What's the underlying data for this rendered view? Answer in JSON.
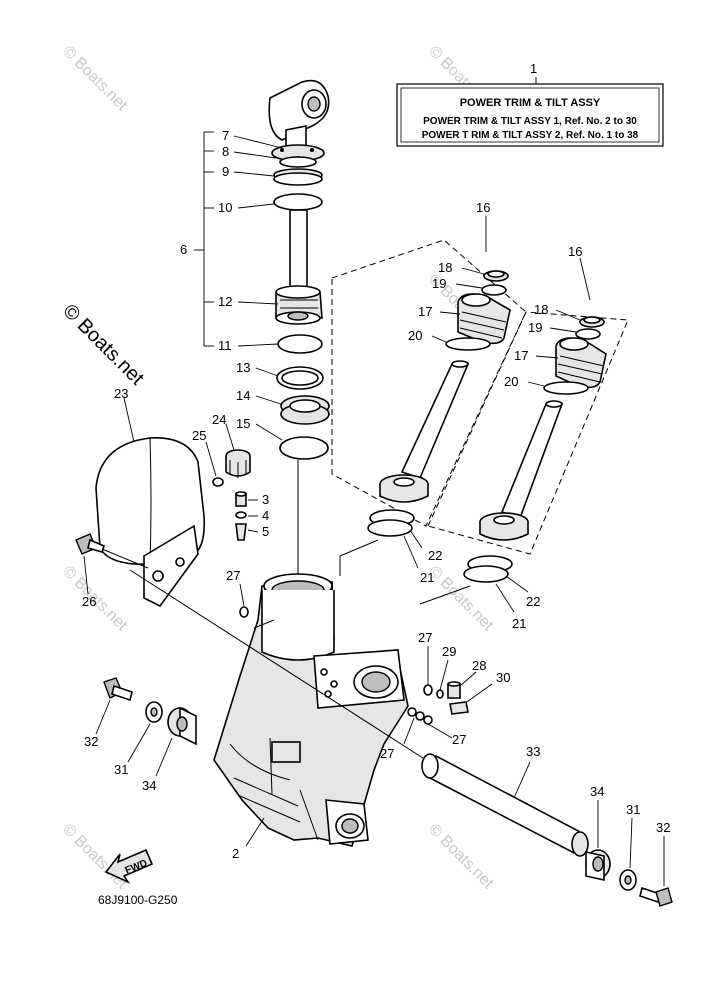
{
  "diagram": {
    "drawing_code": "68J9100-G250",
    "direction_label": "FWD",
    "watermark": "© Boats.net",
    "title_box": {
      "ref": "1",
      "title": "POWER TRIM & TILT ASSY",
      "line1": "POWER TRIM & TILT ASSY 1,  Ref. No. 2 to 30",
      "line2": "POWER T RIM & TILT ASSY 2, Ref. No. 1 to 38"
    },
    "callouts": {
      "c2": "2",
      "c3": "3",
      "c4": "4",
      "c5": "5",
      "c6": "6",
      "c7": "7",
      "c8": "8",
      "c9": "9",
      "c10": "10",
      "c11": "11",
      "c12": "12",
      "c13": "13",
      "c14": "14",
      "c15": "15",
      "c16a": "16",
      "c16b": "16",
      "c17a": "17",
      "c17b": "17",
      "c18a": "18",
      "c18b": "18",
      "c19a": "19",
      "c19b": "19",
      "c20a": "20",
      "c20b": "20",
      "c21a": "21",
      "c21b": "21",
      "c22a": "22",
      "c22b": "22",
      "c23": "23",
      "c24": "24",
      "c25": "25",
      "c26": "26",
      "c27a": "27",
      "c27b": "27",
      "c27c": "27",
      "c27d": "27",
      "c28": "28",
      "c29": "29",
      "c30": "30",
      "c31a": "31",
      "c31b": "31",
      "c32a": "32",
      "c32b": "32",
      "c33": "33",
      "c34a": "34",
      "c34b": "34"
    }
  }
}
